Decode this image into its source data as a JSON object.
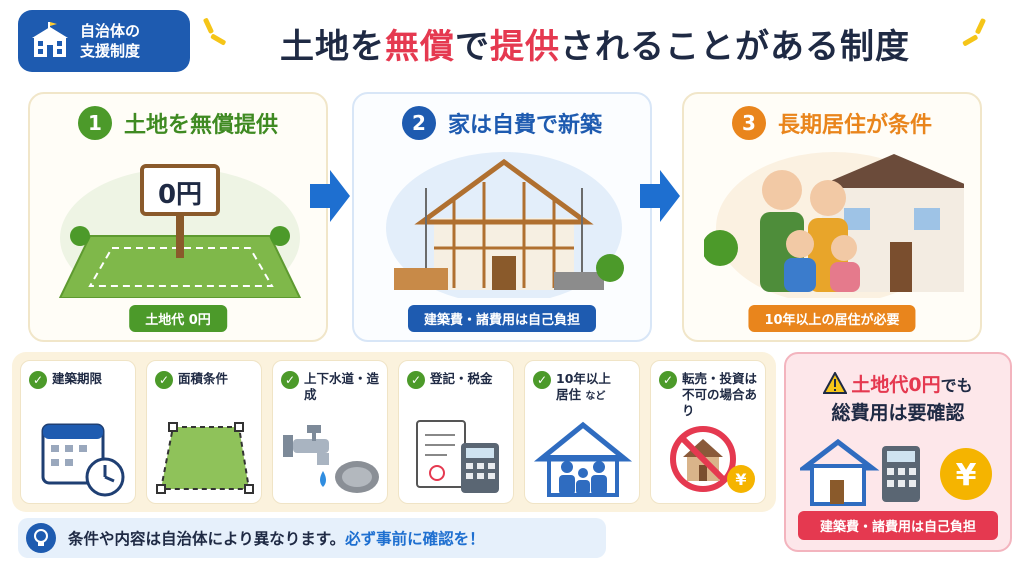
{
  "badge": {
    "line1": "自治体の",
    "line2": "支援制度"
  },
  "title": {
    "part1": "土地を",
    "part2": "無償",
    "part3": "で",
    "part4": "提供",
    "part5": "されることがある制度"
  },
  "steps": [
    {
      "num": "1",
      "title": "土地を無償提供",
      "tag": "土地代 0円",
      "sign": "0円",
      "color": "#4c9a2a"
    },
    {
      "num": "2",
      "title": "家は自費で新築",
      "tag": "建築費・諸費用は自己負担",
      "color": "#1e5bb0"
    },
    {
      "num": "3",
      "title": "長期居住が条件",
      "tag": "10年以上の居住が必要",
      "color": "#e9851c"
    }
  ],
  "conditions": [
    {
      "label": "建築期限",
      "sub": ""
    },
    {
      "label": "面積条件",
      "sub": ""
    },
    {
      "label": "上下水道・造成",
      "sub": ""
    },
    {
      "label": "登記・税金",
      "sub": ""
    },
    {
      "label": "10年以上",
      "label2": "居住",
      "sub": "など"
    },
    {
      "label": "転売・投資は",
      "label2": "不可の場合あり",
      "sub": ""
    }
  ],
  "warning": {
    "line1_red": "土地代0円",
    "line1_rest": "でも",
    "line2": "総費用は要確認",
    "tag": "建築費・諸費用は自己負担",
    "yen": "¥"
  },
  "note": {
    "text": "条件や内容は自治体により異なります。",
    "emphasis": "必ず事前に確認を！"
  },
  "colors": {
    "accent_red": "#e53950",
    "brand_blue": "#1e5bb0",
    "green": "#4c9a2a",
    "orange": "#e9851c"
  }
}
